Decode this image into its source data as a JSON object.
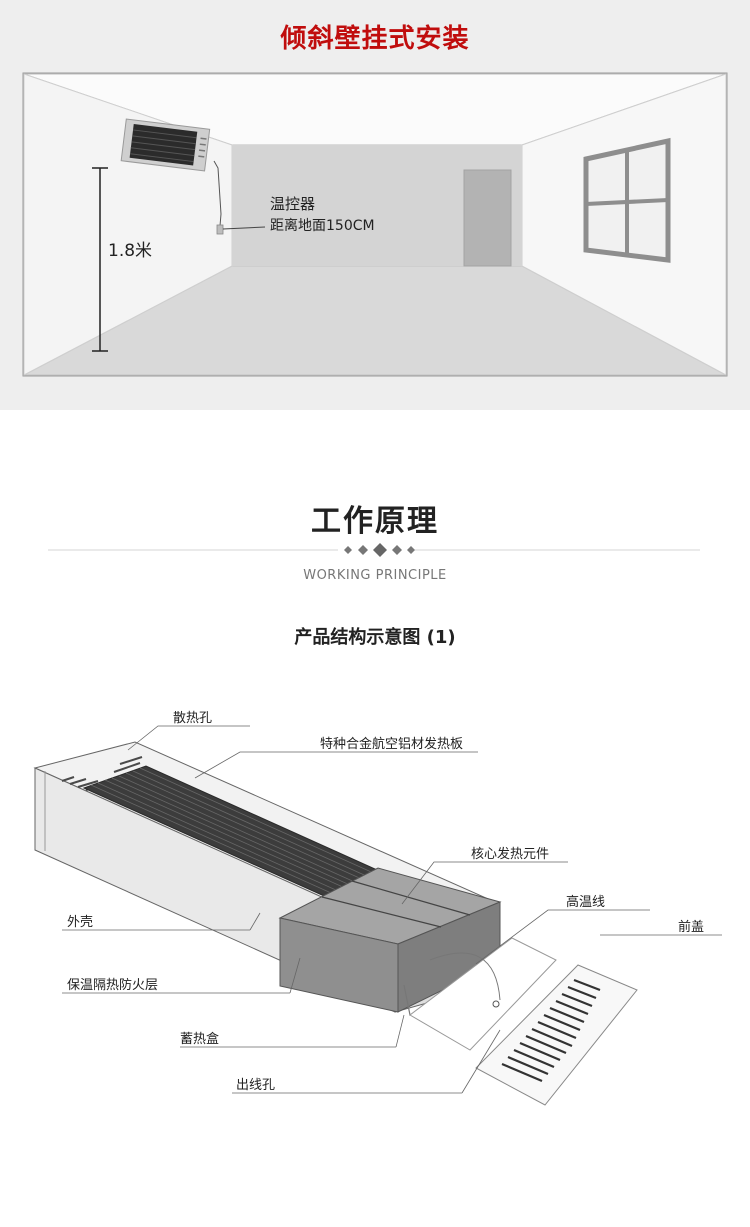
{
  "install": {
    "title": "倾斜壁挂式安装",
    "thermostat_label": "温控器",
    "thermostat_height": "距离地面150CM",
    "mount_height": "1.8米"
  },
  "principle": {
    "title": "工作原理",
    "subtitle": "WORKING PRINCIPLE",
    "diagram_title": "产品结构示意图 (1)"
  },
  "parts": {
    "vent_holes": "散热孔",
    "heating_plate": "特种合金航空铝材发热板",
    "core_element": "核心发热元件",
    "hot_wire": "高温线",
    "front_cover": "前盖",
    "shell": "外壳",
    "insulation": "保温隔热防火层",
    "heat_box": "蓄热盒",
    "outlet_hole": "出线孔"
  },
  "colors": {
    "title_red": "#c00d0d",
    "panel_dark": "#3a3a3a",
    "core_gray": "#8c8c8c"
  }
}
